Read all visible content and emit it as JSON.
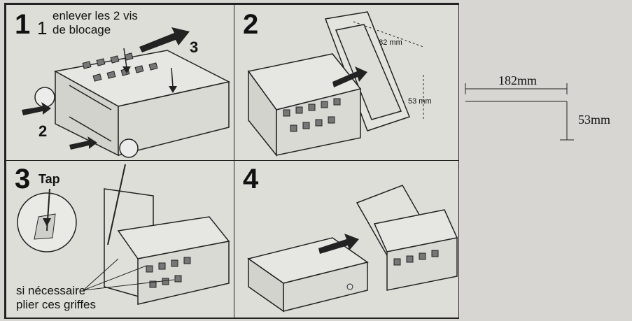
{
  "panels": {
    "p1": {
      "step": "1",
      "substep": "1",
      "text_line1": "enlever les 2 vis",
      "text_line2": "de blocage",
      "arrow3": "3",
      "arrow2": "2"
    },
    "p2": {
      "step": "2",
      "dim_width": "182 mm",
      "dim_height": "53 mm"
    },
    "p3": {
      "step": "3",
      "tap": "Tap",
      "note_line1": "si nécessaire",
      "note_line2": "plier ces griffes"
    },
    "p4": {
      "step": "4"
    }
  },
  "side": {
    "width_label": "182mm",
    "height_label": "53mm"
  }
}
